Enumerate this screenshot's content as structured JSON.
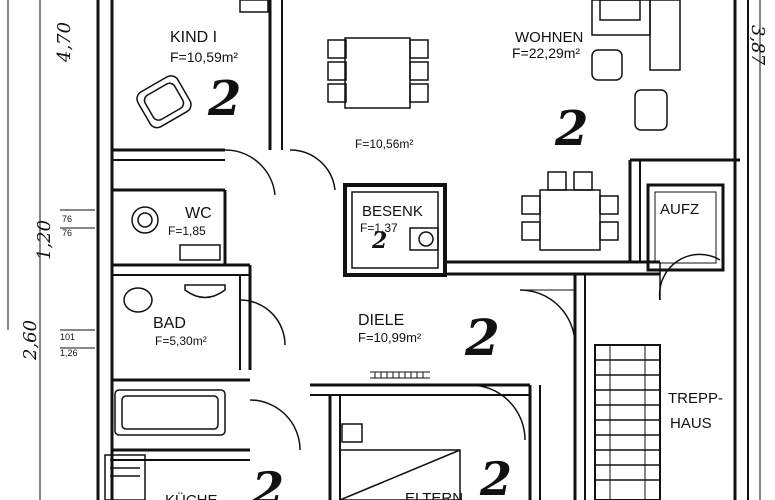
{
  "rooms": {
    "kind": {
      "name": "KIND I",
      "area": "F=10,59m²"
    },
    "wohnen": {
      "name": "WOHNEN",
      "area": "F=22,29m²"
    },
    "essen": {
      "area": "F=10,56m²"
    },
    "wc": {
      "name": "WC",
      "area": "F=1,85"
    },
    "besenk": {
      "name": "BESENK",
      "area": "F=1,37"
    },
    "aufz": {
      "name": "AUFZ"
    },
    "bad": {
      "name": "BAD",
      "area": "F=5,30m²"
    },
    "diele": {
      "name": "DIELE",
      "area": "F=10,99m²"
    },
    "treppenhaus": {
      "line1": "TREPP-",
      "line2": "HAUS"
    },
    "kueche": {
      "name": "KÜCHE"
    },
    "eltern": {
      "name": "ELTERN"
    }
  },
  "marks": [
    "2",
    "2",
    "2",
    "2",
    "2",
    "2"
  ],
  "dimensions": {
    "left_top": "4,70",
    "left_mid": "1,20",
    "left_bottom": "2,60",
    "fraction1_num": "76",
    "fraction1_den": "76",
    "fraction2_num": "101",
    "fraction2_den": "1,26",
    "right_top": "3,87"
  }
}
